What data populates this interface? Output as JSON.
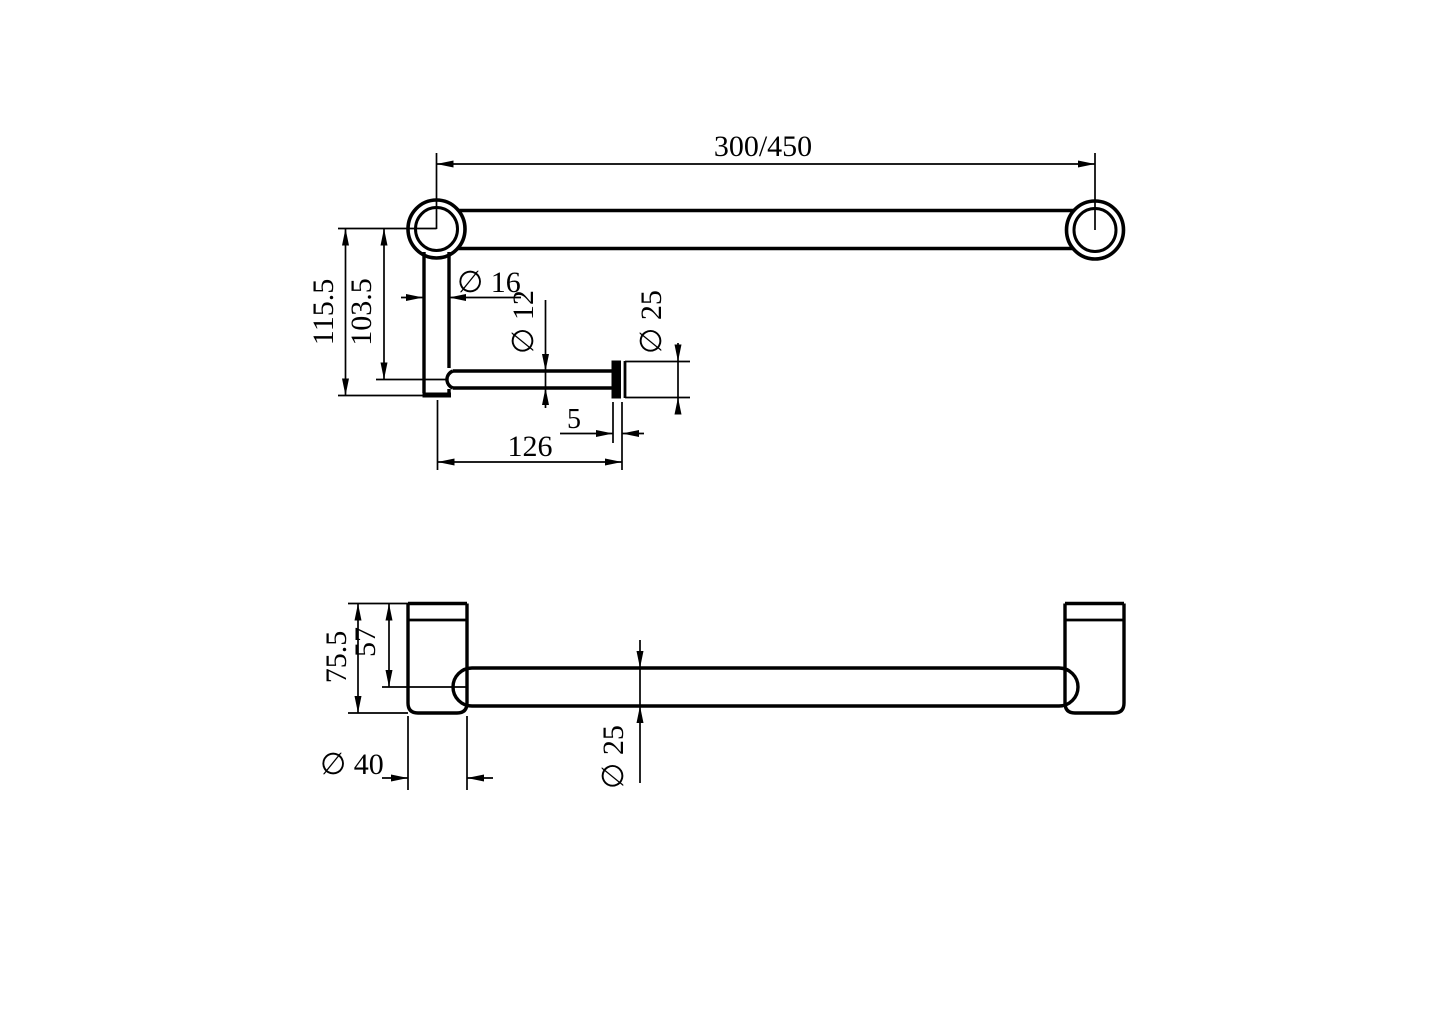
{
  "drawing": {
    "top_view": {
      "rail_length": "300/450",
      "overall_height": "115.5",
      "height_to_arm_center": "103.5",
      "post_diameter": "∅ 16",
      "arm_diameter": "∅ 12",
      "end_flange_diameter": "∅ 25",
      "end_flange_thickness": "5",
      "arm_length": "126"
    },
    "front_view": {
      "mount_height": "75.5",
      "mount_to_bar_center": "57",
      "mount_diameter": "∅ 40",
      "bar_diameter": "∅ 25"
    },
    "colors": {
      "line": "#000000",
      "background": "#ffffff"
    }
  }
}
